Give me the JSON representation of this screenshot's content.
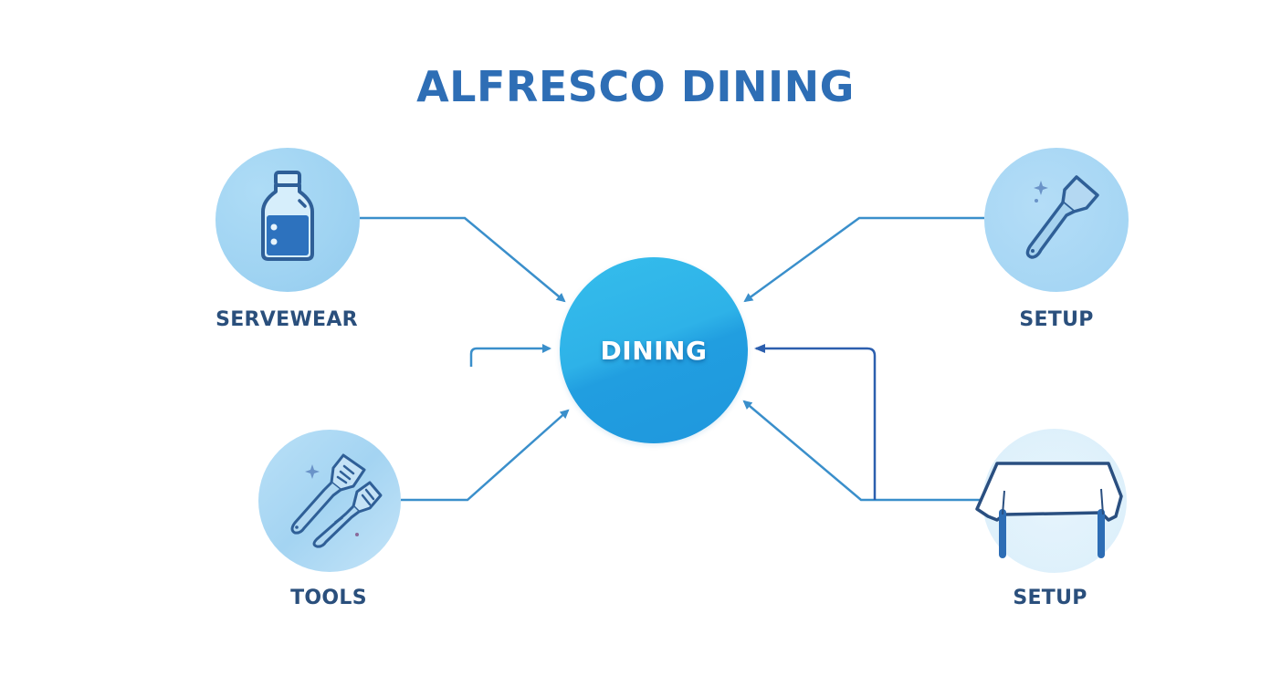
{
  "title": "ALFRESCO DINING",
  "center": {
    "label": "DINING",
    "color": "#2aa8e6"
  },
  "nodes": [
    {
      "id": "servewear",
      "label": "SERVEWEAR",
      "icon": "bottle-icon",
      "position": "top-left"
    },
    {
      "id": "setup-top",
      "label": "SETUP",
      "icon": "spatula-icon",
      "position": "top-right"
    },
    {
      "id": "tools",
      "label": "TOOLS",
      "icon": "spatula-fork-icon",
      "position": "bottom-left"
    },
    {
      "id": "setup-bottom",
      "label": "SETUP",
      "icon": "table-icon",
      "position": "bottom-right"
    }
  ],
  "colors": {
    "title": "#2e6eb5",
    "label": "#2a4f7c",
    "connector": "#3a8fcb",
    "connector_dark": "#2c5fae",
    "icon_stroke": "#2f5f97"
  }
}
